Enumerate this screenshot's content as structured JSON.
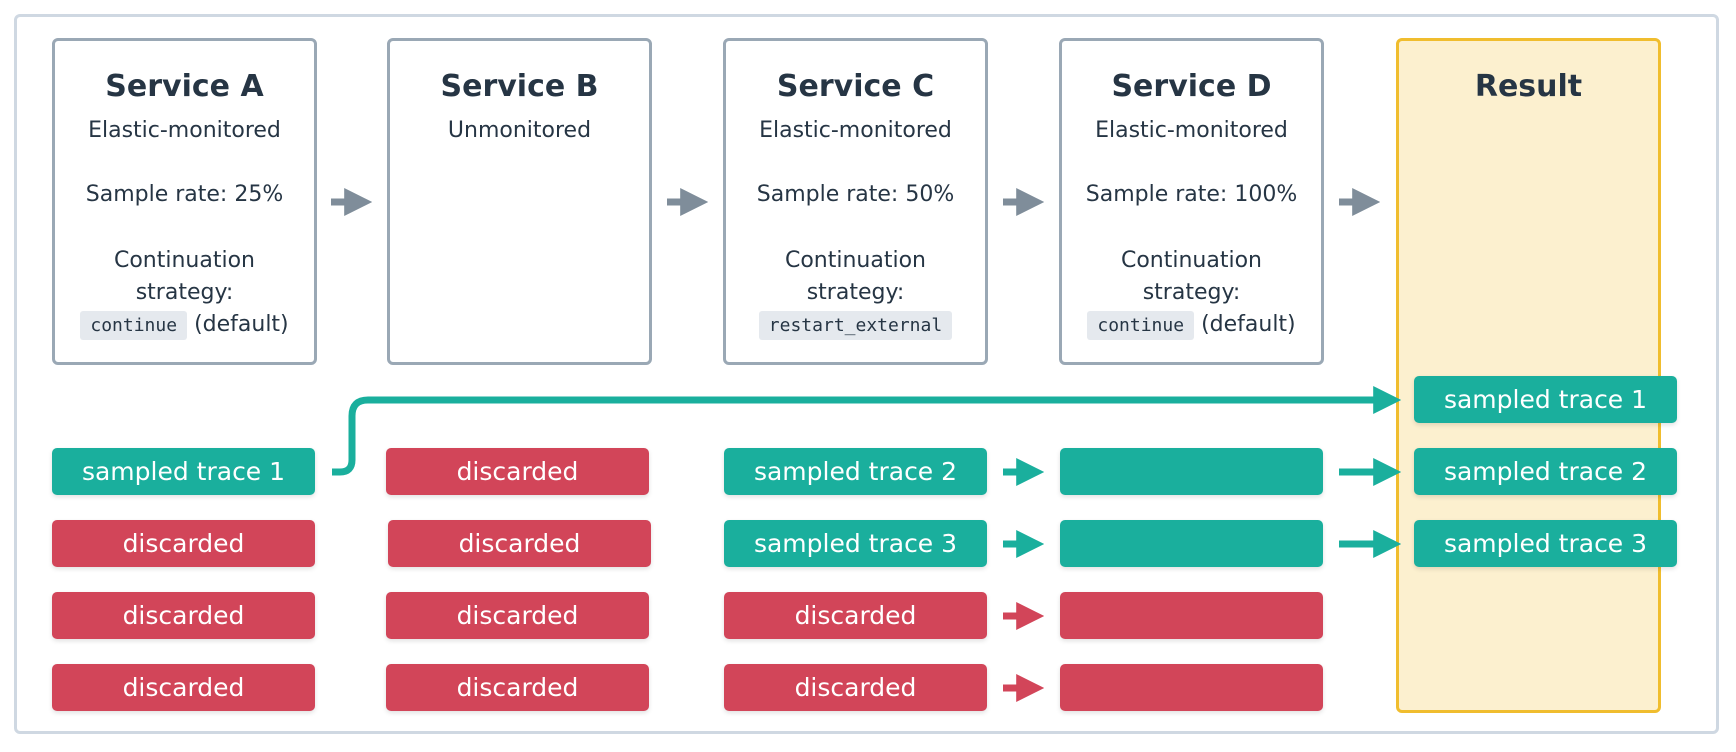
{
  "services": [
    {
      "title": "Service A",
      "monitoring": "Elastic-monitored",
      "sample_rate": "Sample rate: 25%",
      "strategy_label": "Continuation strategy:",
      "strategy_code": "continue",
      "strategy_suffix": "(default)"
    },
    {
      "title": "Service B",
      "monitoring": "Unmonitored"
    },
    {
      "title": "Service C",
      "monitoring": "Elastic-monitored",
      "sample_rate": "Sample rate: 50%",
      "strategy_label": "Continuation strategy:",
      "strategy_code": "restart_external",
      "strategy_suffix": ""
    },
    {
      "title": "Service D",
      "monitoring": "Elastic-monitored",
      "sample_rate": "Sample rate: 100%",
      "strategy_label": "Continuation strategy:",
      "strategy_code": "continue",
      "strategy_suffix": "(default)"
    },
    {
      "title": "Result"
    }
  ],
  "pills": {
    "a": [
      "sampled trace 1",
      "discarded",
      "discarded",
      "discarded"
    ],
    "b": [
      "discarded",
      "discarded",
      "discarded",
      "discarded"
    ],
    "c": [
      "sampled trace 2",
      "sampled trace 3",
      "discarded",
      "discarded"
    ],
    "d": [
      "",
      "",
      "",
      ""
    ],
    "result": [
      "sampled trace 1",
      "sampled trace 2",
      "sampled trace 3"
    ]
  },
  "colors": {
    "sampled": "#1aaf9d",
    "discarded": "#d24559",
    "arrow_gray": "#7f8d9a",
    "result_border": "#f0bd2e",
    "result_fill": "#fcf0cf"
  }
}
